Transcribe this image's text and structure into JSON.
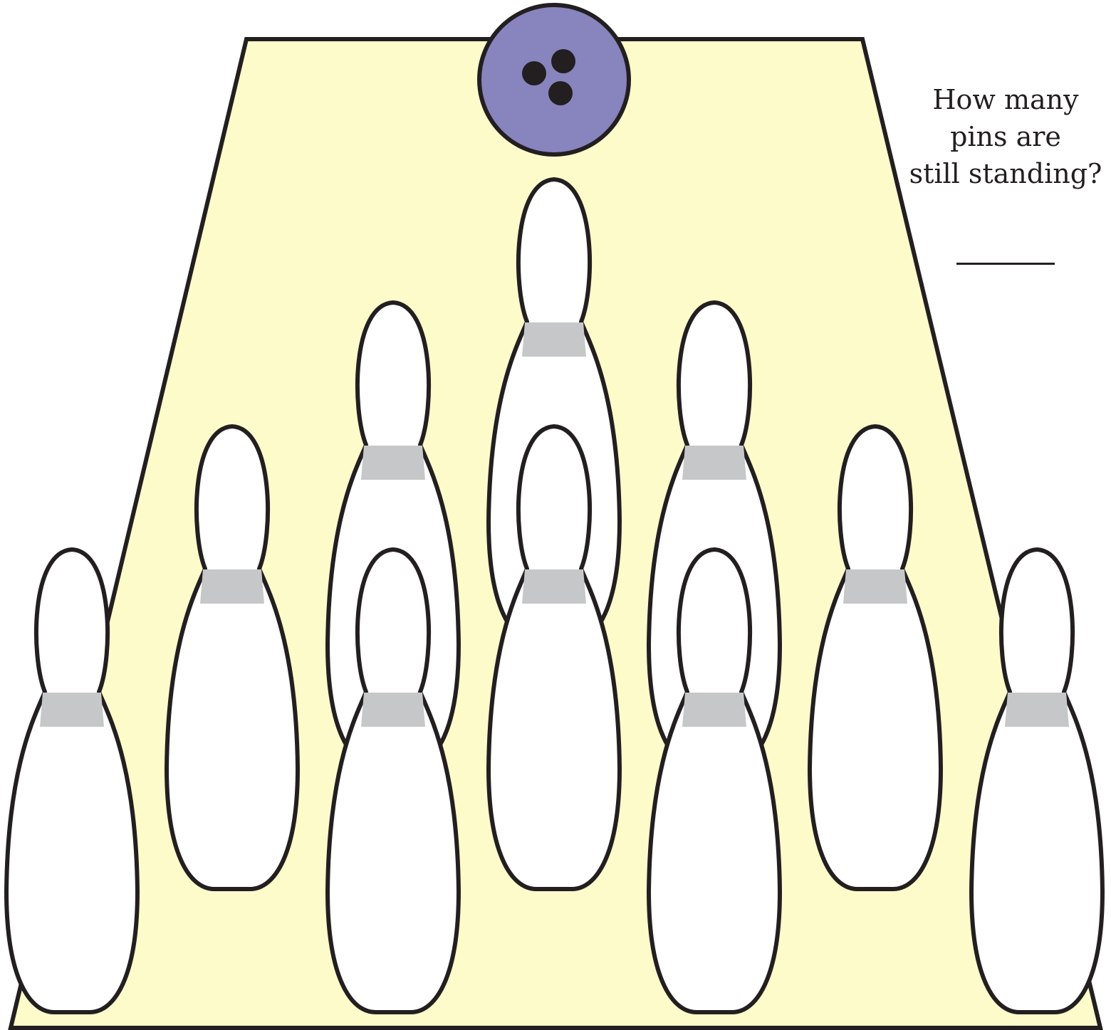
{
  "question": {
    "lines": [
      "How many",
      "pins are",
      "still standing?"
    ]
  },
  "answer": {
    "value": ""
  },
  "scene": {
    "pins_standing": 10,
    "ball_finger_holes": 3,
    "colors": {
      "lane": "#fefbcb",
      "ball": "#8884be",
      "pin_body": "#ffffff",
      "pin_band": "#c6c7c9",
      "outline": "#231f20"
    }
  }
}
